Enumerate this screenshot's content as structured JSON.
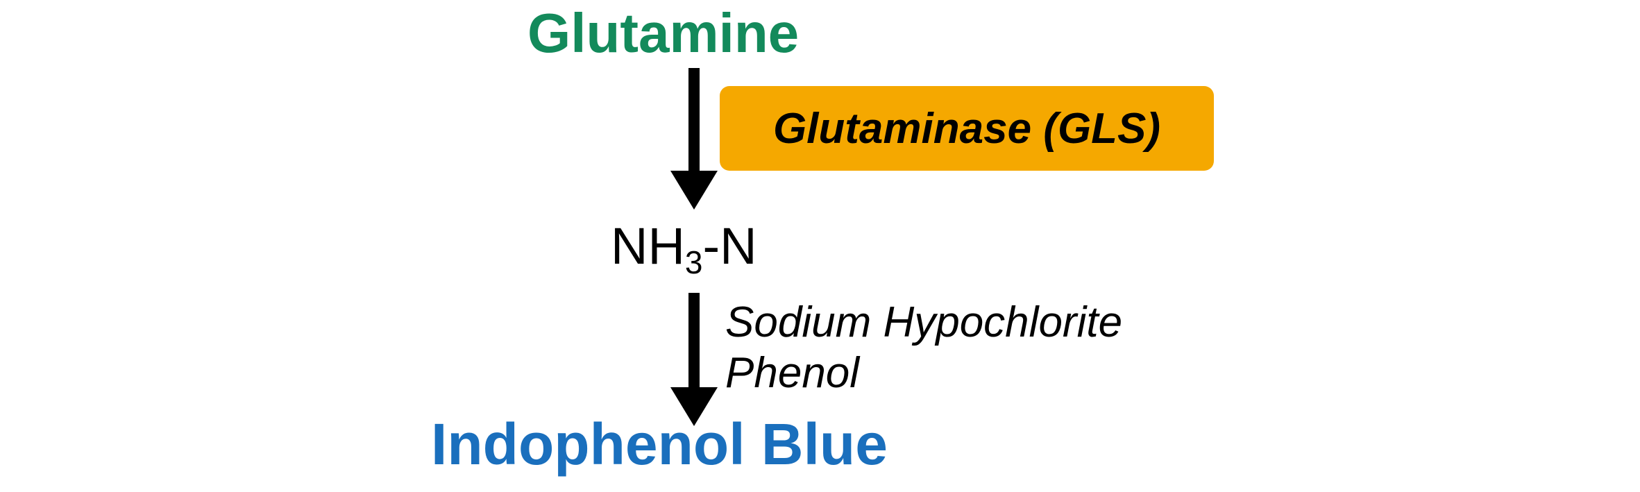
{
  "colors": {
    "glutamine": "#138a5b",
    "indophenol_blue": "#1a6fbd",
    "enzyme_box": "#f5a800",
    "arrow": "#000000"
  },
  "diagram": {
    "substrate": "Glutamine",
    "enzyme": "Glutaminase (GLS)",
    "intermediate": {
      "main": "NH",
      "subscript": "3",
      "suffix": "-N"
    },
    "reagents": [
      "Sodium Hypochlorite",
      "Phenol"
    ],
    "product": "Indophenol Blue",
    "arrow_icon": "down-arrow-icon"
  }
}
